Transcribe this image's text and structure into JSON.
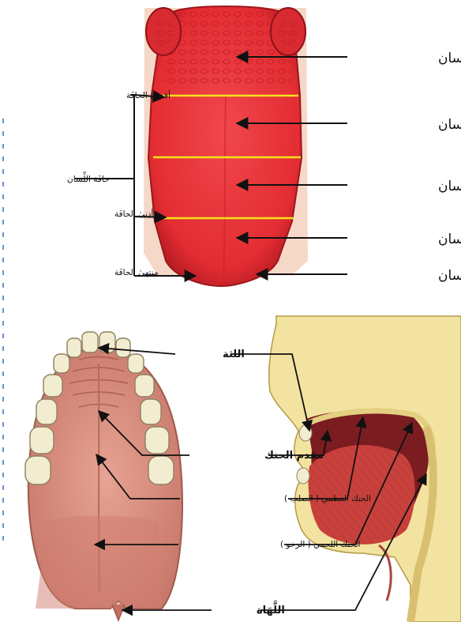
{
  "tongue": {
    "root": "جَذْر اللِّسان",
    "back": "أقصىٰ اللِّسان",
    "middle": "وسط اللِّسان",
    "front": "طرف اللِّسان",
    "tip": "رأس اللِّسان",
    "edge": "حافَة اللِّسان",
    "edge_far": "أقصىٰ الحافَة",
    "edge_near": "أدنىٰ الحافَة",
    "edge_end": "منتهىٰ الحافَة"
  },
  "palate": {
    "gum": "اللثة",
    "front_palate": "مقدم الحنك",
    "hard_palate": "الحنك العظمي ( الصلب )",
    "soft_palate": "الحنك اللحمي ( الرخو )",
    "uvula": "اللَّهَاة"
  },
  "colors": {
    "tongue": "#e8343a",
    "tongue_dark": "#b81c22",
    "zone_line": "#f2e21a",
    "tooth": "#f2ecd0",
    "palate": "#d98a7c",
    "skin": "#f3e3a0",
    "muscle": "#c8413c",
    "accent_blue": "#2a66b0"
  }
}
